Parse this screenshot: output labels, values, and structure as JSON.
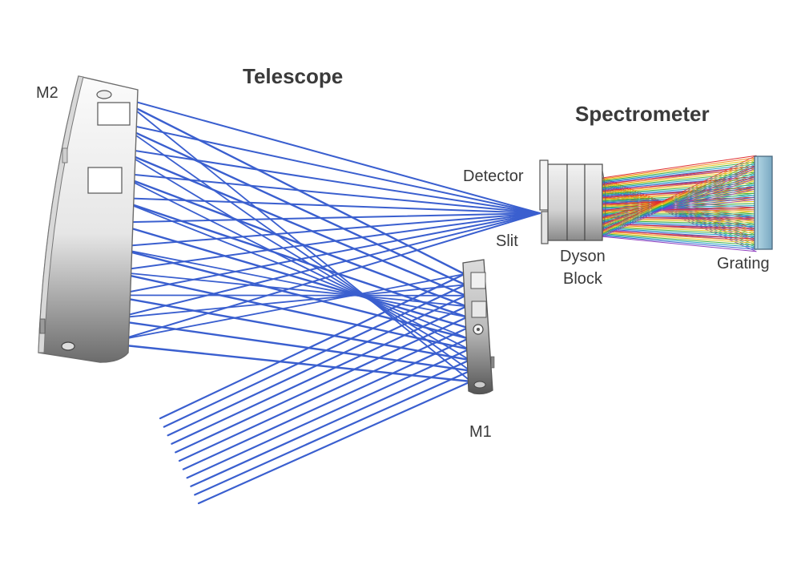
{
  "labels": {
    "telescope": "Telescope",
    "spectrometer": "Spectrometer",
    "m2": "M2",
    "m1": "M1",
    "detector": "Detector",
    "slit": "Slit",
    "dyson_line1": "Dyson",
    "dyson_line2": "Block",
    "grating": "Grating"
  },
  "colors": {
    "ray_blue": "#3a5fcf",
    "label_text": "#3a3a3a",
    "mirror_light": "#f4f4f4",
    "mirror_dark": "#6e6e6e",
    "grating_face": "#9ec7dc",
    "dispersed_rays": [
      "#e03030",
      "#f08a20",
      "#e6c820",
      "#40b040",
      "#20a0c0",
      "#3a5fcf",
      "#9040c0"
    ]
  }
}
